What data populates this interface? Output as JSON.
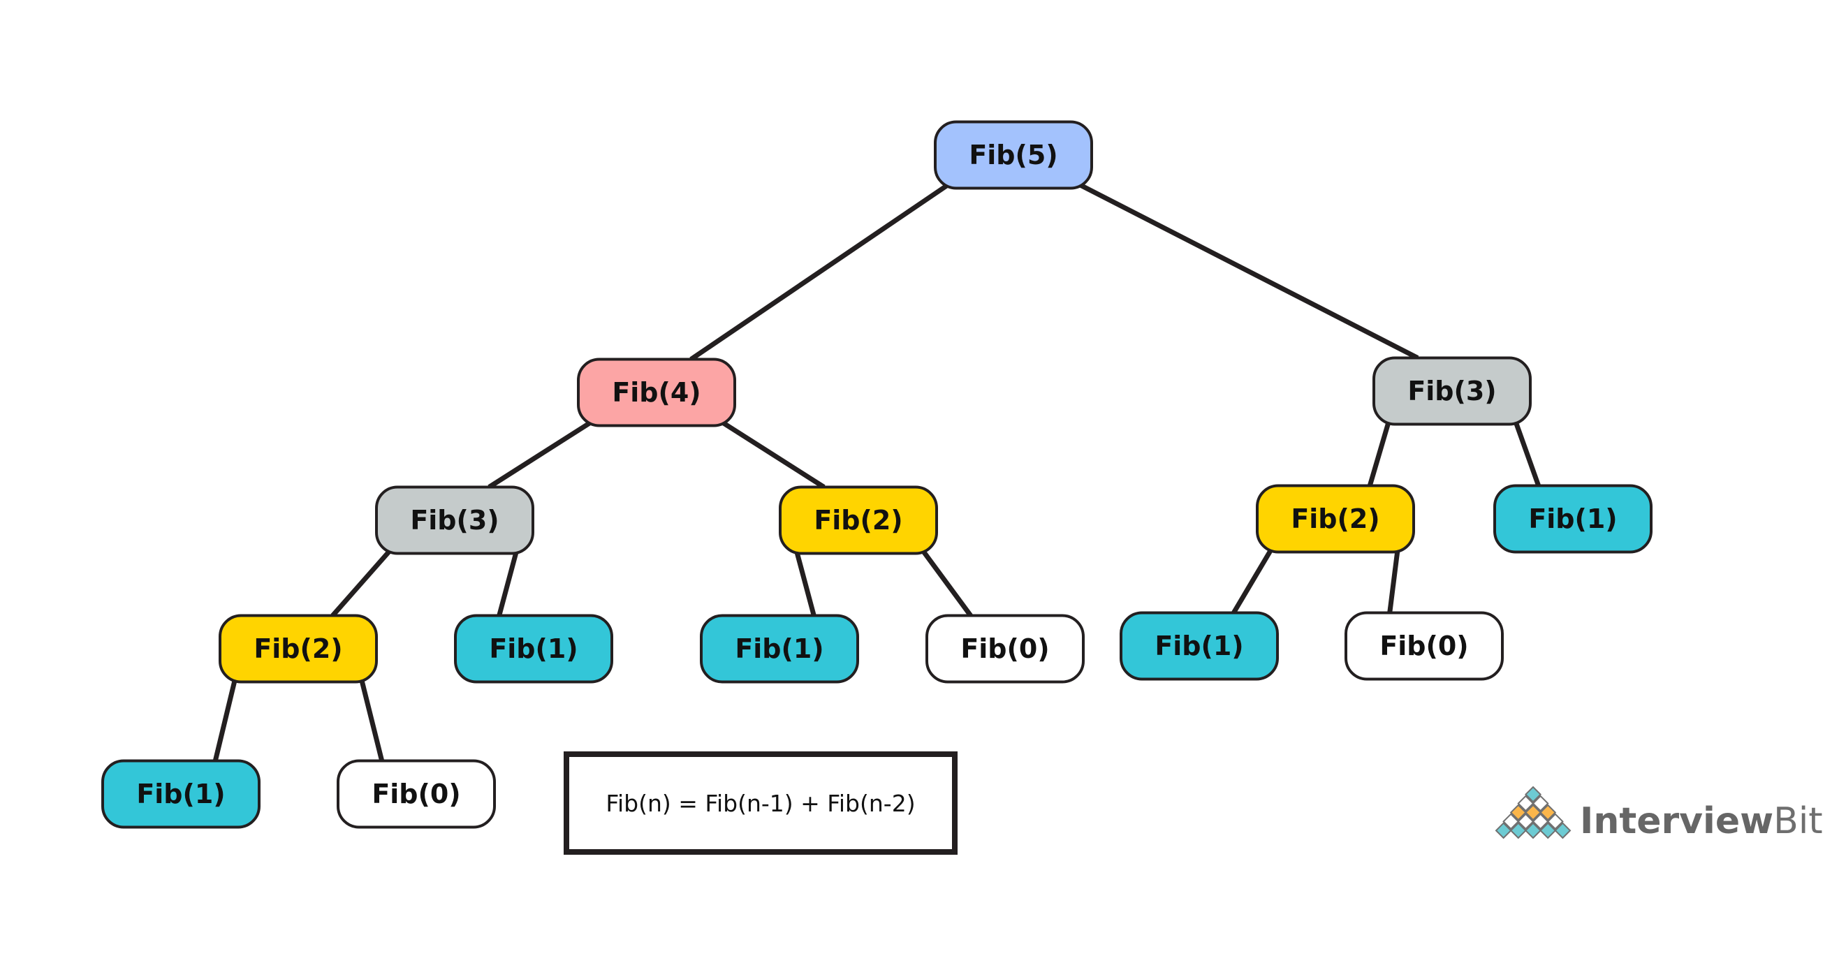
{
  "diagram": {
    "title": "Fibonacci recursion tree",
    "colors": {
      "fib5": "#a3c2fd",
      "fib4": "#fca5a5",
      "fib3": "#c5cbcb",
      "fib2": "#ffd400",
      "fib1": "#33c6d8",
      "fib0": "#ffffff",
      "stroke": "#231f20"
    },
    "nodes": [
      {
        "id": "n5",
        "label": "Fib(5)",
        "value": 5,
        "parent": null
      },
      {
        "id": "n4",
        "label": "Fib(4)",
        "value": 4,
        "parent": "n5"
      },
      {
        "id": "n3b",
        "label": "Fib(3)",
        "value": 3,
        "parent": "n5"
      },
      {
        "id": "n3a",
        "label": "Fib(3)",
        "value": 3,
        "parent": "n4"
      },
      {
        "id": "n2b",
        "label": "Fib(2)",
        "value": 2,
        "parent": "n4"
      },
      {
        "id": "n2c",
        "label": "Fib(2)",
        "value": 2,
        "parent": "n3b"
      },
      {
        "id": "n1d",
        "label": "Fib(1)",
        "value": 1,
        "parent": "n3b"
      },
      {
        "id": "n2a",
        "label": "Fib(2)",
        "value": 2,
        "parent": "n3a"
      },
      {
        "id": "n1b",
        "label": "Fib(1)",
        "value": 1,
        "parent": "n3a"
      },
      {
        "id": "n1c",
        "label": "Fib(1)",
        "value": 1,
        "parent": "n2b"
      },
      {
        "id": "n0b",
        "label": "Fib(0)",
        "value": 0,
        "parent": "n2b"
      },
      {
        "id": "n1e",
        "label": "Fib(1)",
        "value": 1,
        "parent": "n2c"
      },
      {
        "id": "n0c",
        "label": "Fib(0)",
        "value": 0,
        "parent": "n2c"
      },
      {
        "id": "n1a",
        "label": "Fib(1)",
        "value": 1,
        "parent": "n2a"
      },
      {
        "id": "n0a",
        "label": "Fib(0)",
        "value": 0,
        "parent": "n2a"
      }
    ],
    "formula": "Fib(n) = Fib(n-1) + Fib(n-2)"
  },
  "brand": {
    "name_strong": "Interview",
    "name_light": "Bit",
    "colors": {
      "cyan": "#6dcbd3",
      "orange": "#fbb64b",
      "white": "#ffffff",
      "outline": "#707070",
      "text": "#666666"
    }
  }
}
